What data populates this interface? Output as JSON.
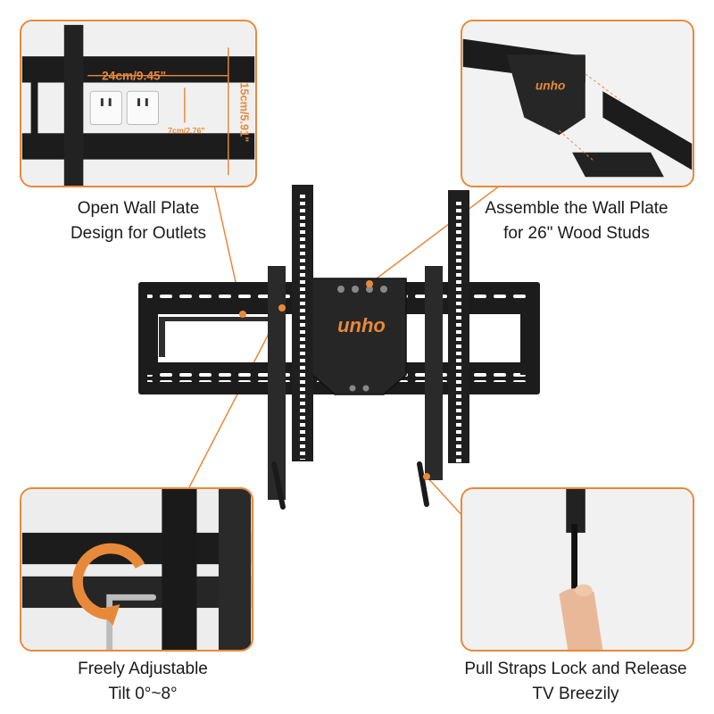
{
  "brand": {
    "logo_text": "unho",
    "accent_color": "#e8893a"
  },
  "panels": {
    "top_left": {
      "dim_width": "24cm/9.45\"",
      "dim_height": "15cm/5.91\"",
      "dim_gap": "7cm/2.76\"",
      "caption_line1": "Open Wall Plate",
      "caption_line2": "Design for Outlets"
    },
    "top_right": {
      "caption_line1": "Assemble the Wall Plate",
      "caption_line2": "for 26\" Wood Studs"
    },
    "bottom_left": {
      "caption_line1": "Freely Adjustable",
      "caption_line2": "Tilt 0°~8°"
    },
    "bottom_right": {
      "caption_line1": "Pull Straps Lock and Release",
      "caption_line2": "TV Breezily"
    }
  },
  "icons": [
    "outlet-icon",
    "tilt-arrow-icon",
    "allen-key-icon",
    "pull-strap-icon"
  ]
}
